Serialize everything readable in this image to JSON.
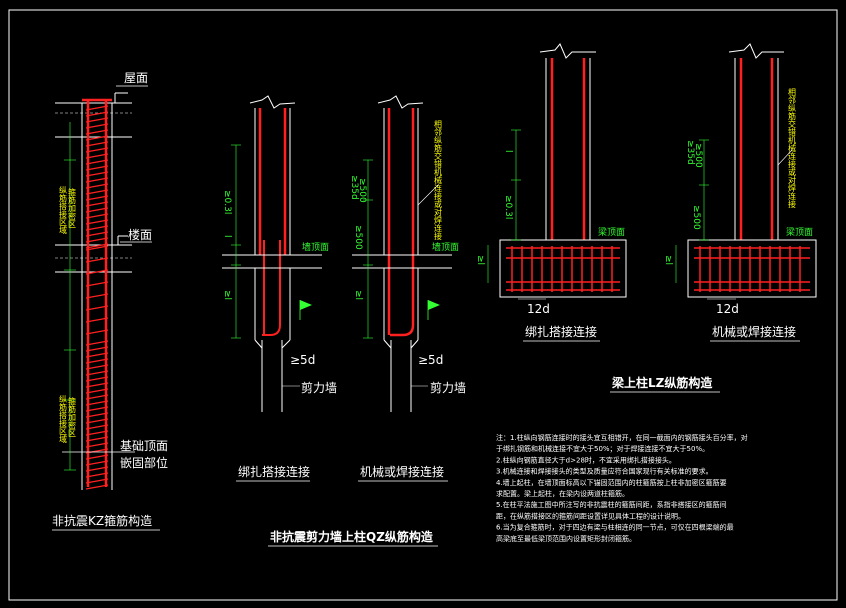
{
  "kz": {
    "roof": "屋面",
    "floor": "楼面",
    "zone_top": "纵筋搭接区域",
    "zone_top_sub": "箍筋加密区",
    "zone_bot": "纵筋搭接区域",
    "zone_bot_sub": "箍筋加密区",
    "base_line1": "基础顶面",
    "base_line2": "嵌固部位",
    "title": "非抗震KZ箍筋构造"
  },
  "qz": {
    "left_dim1": "≥0.3l",
    "left_dim1_sub": "lE",
    "left_l": "l",
    "left_dim2": "≥l",
    "left_dim2_sub": "aE",
    "left_5d": "≥5d",
    "left_wall": "剪力墙",
    "left_top": "墙顶面",
    "left_caption": "绑扎搭接连接",
    "right_dim1": "≥35d",
    "right_dim1b": "≥500",
    "right_dim2": "≥500",
    "right_dim3": "≥l",
    "right_dim3_sub": "aE",
    "right_5d": "≥5d",
    "right_wall": "剪力墙",
    "right_top": "墙顶面",
    "right_caption": "机械或焊接连接",
    "right_annot": "相邻纵筋交错机械连接或对焊连接",
    "title": "非抗震剪力墙上柱QZ纵筋构造"
  },
  "lz": {
    "left_dim1": "≥0.3l",
    "left_dim1_sub": "lE",
    "left_l": "l",
    "left_dim2": "≥l",
    "left_dim2_sub": "aE",
    "left_top": "梁顶面",
    "left_12d": "12d",
    "left_caption": "绑扎搭接连接",
    "right_dim1": "≥35d",
    "right_dim1b": "≥500",
    "right_dim2": "≥500",
    "right_dim3": "≥l",
    "right_dim3_sub": "aE",
    "right_top": "梁顶面",
    "right_12d": "12d",
    "right_caption": "机械或焊接连接",
    "right_annot": "相邻纵筋交错机械连接或对焊连接",
    "title": "梁上柱LZ纵筋构造"
  },
  "notes": [
    "注：1.柱纵向钢筋连接时的接头宜互相错开，在同一截面内的钢筋接头百分率，对",
    "       于绑扎钢筋和机械连接不宜大于50%；对于焊接连接不宜大于50%。",
    "    2.柱纵向钢筋直径大于d>28时，不宜采用绑扎搭接接头。",
    "    3.机械连接和焊接接头的类型及质量应符合国家现行有关标准的要求。",
    "    4.墙上起柱，在墙顶面标高以下锚固范围内的柱箍筋按上柱非加密区箍筋要",
    "       求配置。梁上起柱，在梁内设两道柱箍筋。",
    "    5.在柱平法施工图中所注写的非抗震柱的箍筋间距，系指非搭接区的箍筋间",
    "       距，在纵筋搭接区的箍筋间距设置详见具体工程的设计说明。",
    "    6.当为复合箍筋时，对于四边有梁与柱相连的同一节点，可仅在四根梁端的最",
    "       高梁底至最低梁顶范围内设置矩形封闭箍筋。"
  ]
}
